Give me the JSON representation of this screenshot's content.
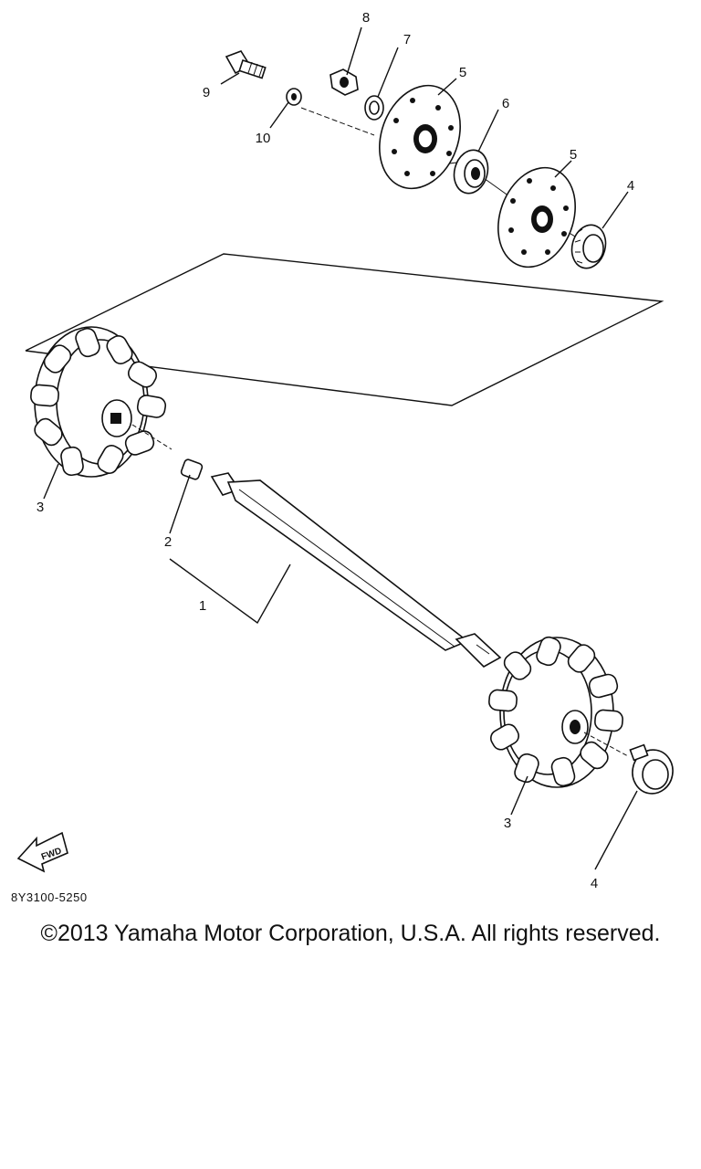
{
  "callouts": {
    "c1": "1",
    "c2": "2",
    "c3a": "3",
    "c3b": "3",
    "c4a": "4",
    "c4b": "4",
    "c5a": "5",
    "c5b": "5",
    "c6": "6",
    "c7": "7",
    "c8": "8",
    "c9": "9",
    "c10": "10"
  },
  "fwd_label": "FWD",
  "drawing_code": "8Y3100-5250",
  "copyright": "©2013 Yamaha Motor Corporation, U.S.A. All rights reserved."
}
